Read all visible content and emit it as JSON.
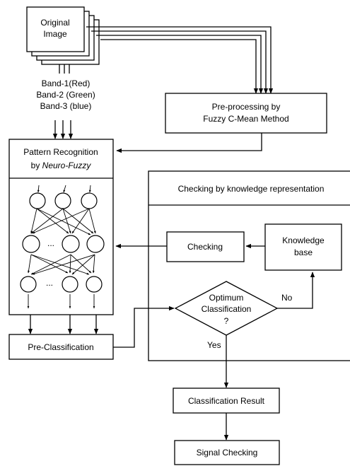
{
  "original_image": {
    "line1": "Original",
    "line2": "Image"
  },
  "bands": [
    "Band-1(Red)",
    "Band-2 (Green)",
    "Band-3 (blue)"
  ],
  "preprocessing": {
    "line1": "Pre-processing by",
    "line2": "Fuzzy C-Mean Method"
  },
  "pattern_recognition": {
    "line1": "Pattern Recognition",
    "line2_prefix": "by ",
    "line2_em": "Neuro-Fuzzy"
  },
  "network_ellipsis": "...",
  "pre_classification": "Pre-Classification",
  "checking_panel": {
    "title": "Checking by knowledge representation"
  },
  "checking": "Checking",
  "knowledge_base": {
    "line1": "Knowledge",
    "line2": "base"
  },
  "decision": {
    "line1": "Optimum",
    "line2": "Classification",
    "line3": "?"
  },
  "yes_label": "Yes",
  "no_label": "No",
  "classification_result": "Classification Result",
  "signal_checking": "Signal Checking"
}
